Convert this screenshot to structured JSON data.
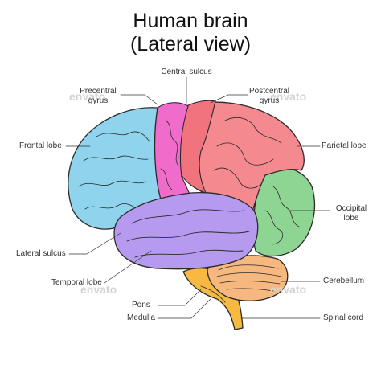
{
  "title_line1": "Human brain",
  "title_line2": "(Lateral view)",
  "labels": {
    "central_sulcus": "Central sulcus",
    "precentral_gyrus_1": "Precentral",
    "precentral_gyrus_2": "gyrus",
    "postcentral_gyrus_1": "Postcentral",
    "postcentral_gyrus_2": "gyrus",
    "frontal_lobe": "Frontal lobe",
    "parietal_lobe": "Parietal lobe",
    "occipital_lobe_1": "Occipital",
    "occipital_lobe_2": "lobe",
    "lateral_sulcus": "Lateral sulcus",
    "temporal_lobe": "Temporal lobe",
    "cerebellum": "Cerebellum",
    "pons": "Pons",
    "medulla": "Medulla",
    "spinal_cord": "Spinal cord"
  },
  "watermark": "envato",
  "colors": {
    "frontal": "#8fd3ec",
    "precentral": "#f06ccb",
    "postcentral": "#f0737d",
    "parietal": "#f4898f",
    "occipital": "#8ed493",
    "temporal": "#b59af0",
    "cerebellum": "#f6b87e",
    "brainstem": "#f7b941",
    "outline": "#2a2a2a"
  }
}
